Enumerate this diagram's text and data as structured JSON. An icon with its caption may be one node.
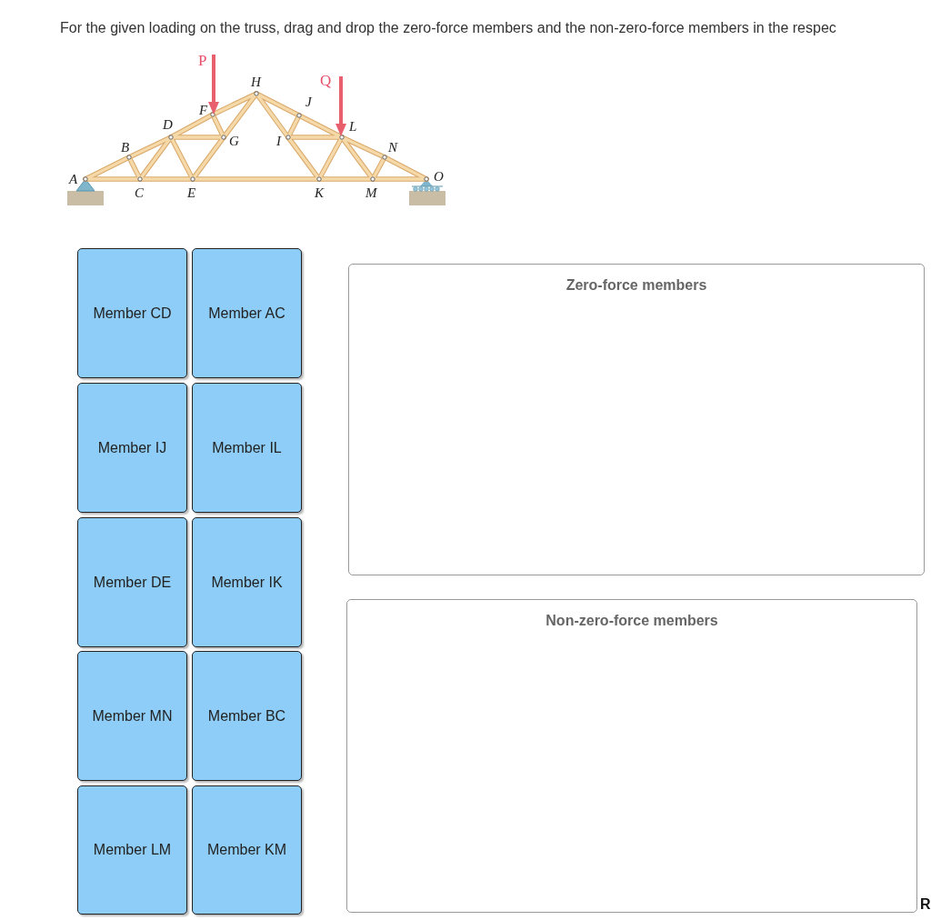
{
  "diagram": {
    "title": "For the given loading on the truss, drag and drop the zero-force members and the non-zero-force members in the respec",
    "nodes": [
      {
        "text": [
          "Member CD"
        ]
      },
      {
        "text": [
          "Member AC"
        ]
      },
      {
        "text": [
          "Member IJ"
        ]
      },
      {
        "text": [
          "Member IL"
        ]
      },
      {
        "text": [
          "Member DE"
        ]
      },
      {
        "text": [
          "Member IK"
        ]
      },
      {
        "text": [
          "Member MN"
        ]
      },
      {
        "text": [
          "Member BC"
        ]
      },
      {
        "text": [
          "Member LM"
        ]
      },
      {
        "text": [
          "Member KM"
        ]
      },
      {
        "text": [
          "Zero-force members"
        ]
      },
      {
        "text": [
          "Non-zero-force members"
        ]
      }
    ],
    "edges": [],
    "labels": [
      "P",
      "H",
      "Q",
      "F",
      "J",
      "D",
      "L",
      "B",
      "G",
      "I",
      "N",
      "A",
      "O",
      "C",
      "E",
      "K",
      "M",
      "R"
    ]
  }
}
